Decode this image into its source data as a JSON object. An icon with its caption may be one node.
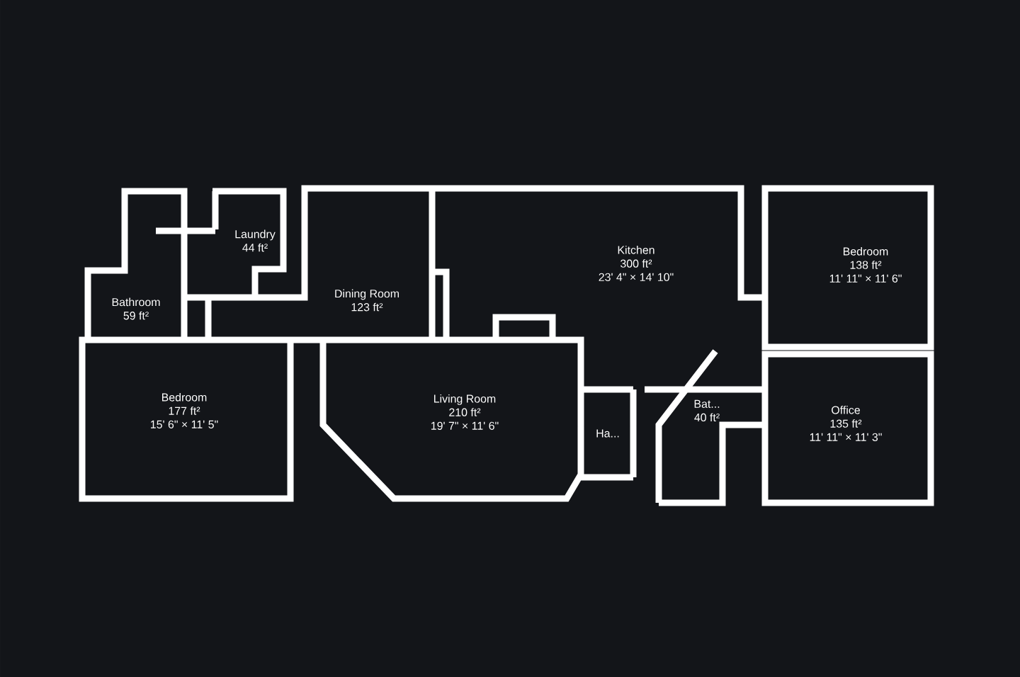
{
  "diagram": {
    "nodes": [
      {
        "text": [
          "Laundry",
          "44 ft²"
        ]
      },
      {
        "text": [
          "Bathroom",
          "59 ft²"
        ]
      },
      {
        "text": [
          "Dining Room",
          "123 ft²"
        ]
      },
      {
        "text": [
          "Kitchen",
          "300 ft²",
          "23' 4\" × 14' 10\""
        ]
      },
      {
        "text": [
          "Bedroom",
          "138 ft²",
          "11' 11\" × 11' 6\""
        ]
      },
      {
        "text": [
          "Bedroom",
          "177 ft²",
          "15' 6\" × 11' 5\""
        ]
      },
      {
        "text": [
          "Living Room",
          "210 ft²",
          "19' 7\" × 11' 6\""
        ]
      },
      {
        "text": [
          "Ha..."
        ]
      },
      {
        "text": [
          "Bat...",
          "40 ft²"
        ]
      },
      {
        "text": [
          "Office",
          "135 ft²",
          "11' 11\" × 11' 3\""
        ]
      }
    ]
  }
}
